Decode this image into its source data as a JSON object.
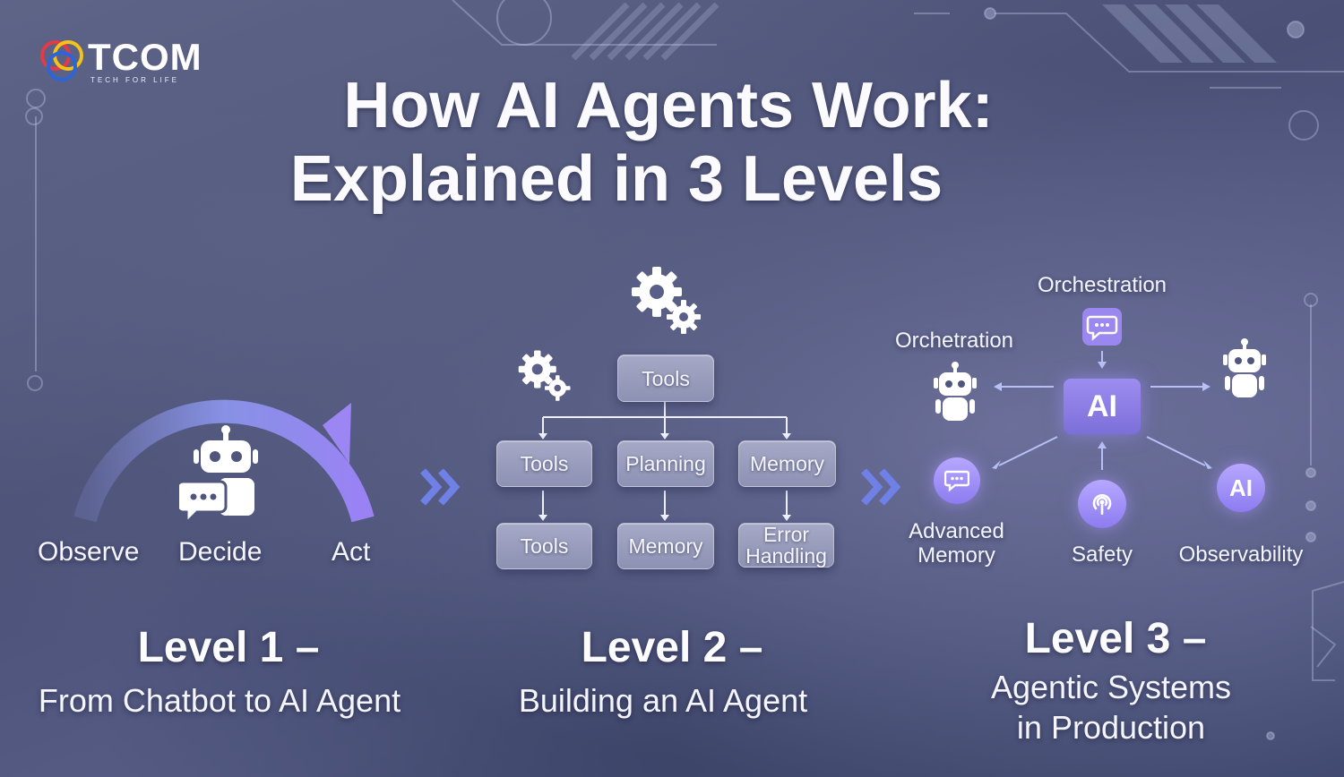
{
  "logo": {
    "name": "TCOM",
    "tagline": "TECH FOR LIFE"
  },
  "title": {
    "line1": "How AI Agents Work:",
    "line2": "Explained in 3 Levels"
  },
  "level1": {
    "steps": [
      "Observe",
      "Decide",
      "Act"
    ],
    "heading": "Level 1 –",
    "subtitle": "From Chatbot to AI Agent"
  },
  "level2": {
    "top_box": "Tools",
    "row1": [
      "Tools",
      "Planning",
      "Memory"
    ],
    "row2": [
      "Tools",
      "Memory",
      "Error Handling"
    ],
    "heading": "Level 2 –",
    "subtitle": "Building an AI Agent"
  },
  "level3": {
    "top_label": "Orchestration",
    "left_label": "Orchetration",
    "center": "AI",
    "observability_badge": "AI",
    "bottom_labels": [
      "Advanced Memory",
      "Safety",
      "Observability"
    ],
    "heading": "Level 3 –",
    "subtitle_line1": "Agentic Systems",
    "subtitle_line2": "in Production"
  },
  "colors": {
    "accent_purple": "#8c7cf0",
    "arrow_blue": "#6f80e6",
    "box_gray": "#9a9dbd"
  }
}
